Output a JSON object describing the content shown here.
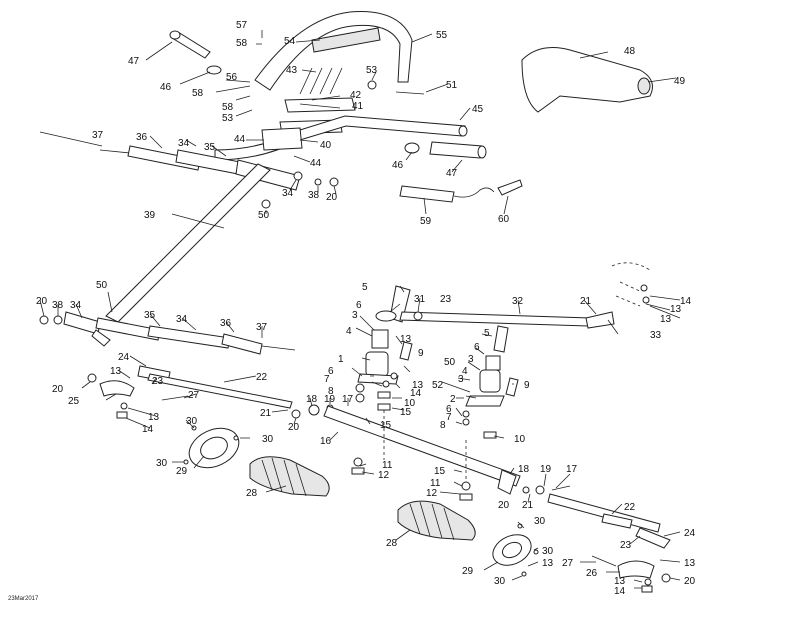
{
  "diagram": {
    "drawing_code": "23Mar2017",
    "callouts": [
      "1",
      "2",
      "3",
      "4",
      "5",
      "6",
      "7",
      "8",
      "9",
      "10",
      "11",
      "12",
      "13",
      "14",
      "15",
      "16",
      "17",
      "18",
      "19",
      "20",
      "21",
      "22",
      "23",
      "24",
      "25",
      "26",
      "27",
      "28",
      "29",
      "30",
      "31",
      "32",
      "33",
      "34",
      "35",
      "36",
      "37",
      "38",
      "39",
      "40",
      "41",
      "42",
      "43",
      "44",
      "45",
      "46",
      "47",
      "48",
      "49",
      "50",
      "51",
      "52",
      "53",
      "54",
      "55",
      "56",
      "57",
      "58",
      "59",
      "60"
    ]
  }
}
